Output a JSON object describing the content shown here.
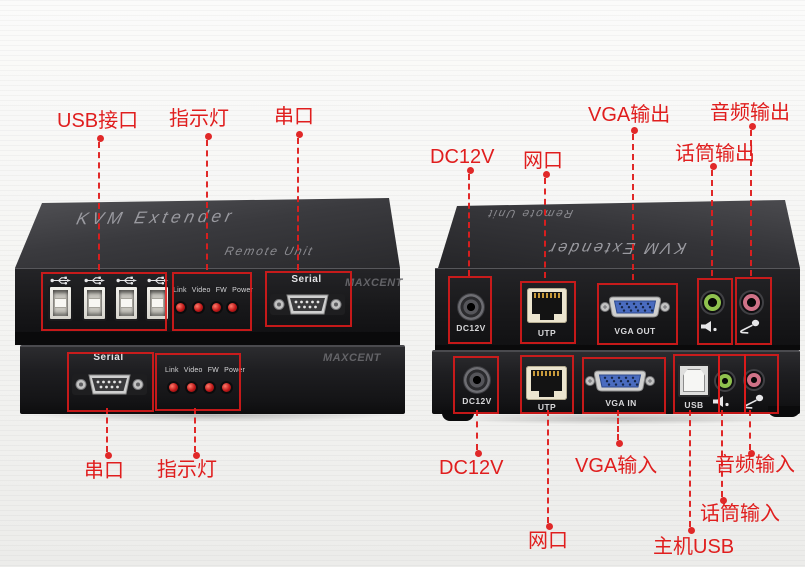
{
  "labels": {
    "usb_ports": "USB接口",
    "indicators": "指示灯",
    "serial": "串口",
    "dc12v": "DC12V",
    "lan": "网口",
    "vga_out": "VGA输出",
    "mic_out": "话筒输出",
    "audio_out": "音频输出",
    "vga_in": "VGA输入",
    "host_usb": "主机USB",
    "mic_in": "话筒输入",
    "audio_in": "音频输入"
  },
  "device": {
    "model": "KVM Extender",
    "unit": "Remote Unit",
    "brand": "MAXCENT",
    "led_label": "Link Video FW Power",
    "ports": {
      "serial": "Serial",
      "dc": "DC12V",
      "utp": "UTP",
      "vga_out": "VGA OUT",
      "vga_in": "VGA IN",
      "usb": "USB"
    }
  },
  "colors": {
    "annotation_red": "#e01e1e",
    "led_red": "#c01818",
    "vga_blue": "#4a6cc0",
    "jack_green": "#8fc14e",
    "jack_pink": "#cf7287",
    "device_dark": "#1a1a1c"
  }
}
